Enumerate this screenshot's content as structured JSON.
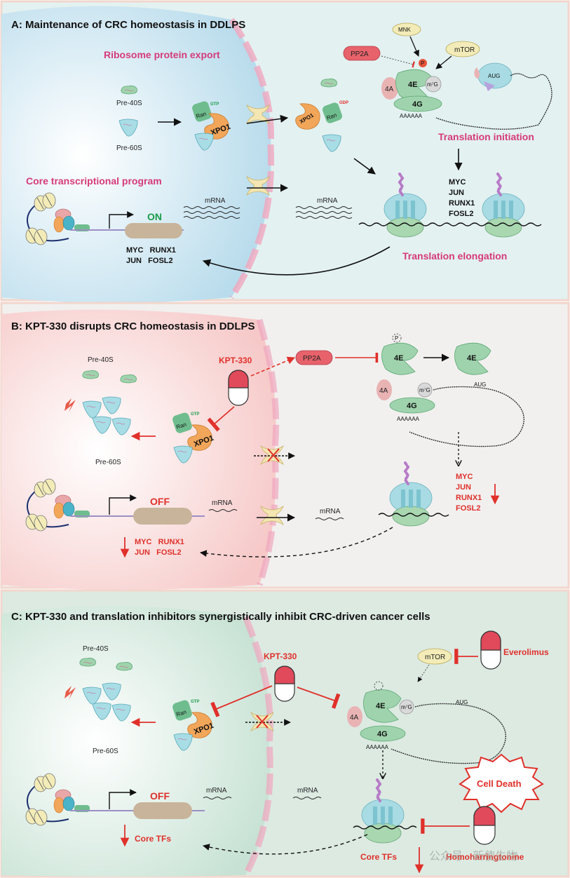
{
  "panel_a": {
    "title": "A: Maintenance of CRC homeostasis in DDLPS",
    "ribosome_export": "Ribosome protein export",
    "core_program": "Core transcriptional program",
    "translation_initiation": "Translation initiation",
    "translation_elongation": "Translation elongation",
    "pre40s": "Pre-40S",
    "pre60s": "Pre-60S",
    "ran": "Ran",
    "gtp": "GTP",
    "gdp": "GDP",
    "xpo1": "XPO1",
    "on": "ON",
    "mrna": "mRNA",
    "genes_row1": "MYC   RUNX1",
    "genes_row2": "JUN   FOSL2",
    "gene_list": [
      "MYC",
      "JUN",
      "RUNX1",
      "FOSL2"
    ],
    "mnk": "MNK",
    "mtor": "mTOR",
    "pp2a": "PP2A",
    "p": "P",
    "e4e": "4E",
    "e4a": "4A",
    "e4g": "4G",
    "m7g": "m⁷G",
    "aug": "AUG",
    "polya": "AAAAAA"
  },
  "panel_b": {
    "title": "B: KPT-330 disrupts CRC homeostasis in DDLPS",
    "drug": "KPT-330",
    "pre40s": "Pre-40S",
    "pre60s": "Pre-60S",
    "pp2a": "PP2A",
    "e4e": "4E",
    "p": "P",
    "off": "OFF",
    "mrna": "mRNA",
    "genes_row1": "MYC   RUNX1",
    "genes_row2": "JUN   FOSL2",
    "gene_list": [
      "MYC",
      "JUN",
      "RUNX1",
      "FOSL2"
    ]
  },
  "panel_c": {
    "title": "C: KPT-330 and translation inhibitors synergistically inhibit CRC-driven cancer cells",
    "drug": "KPT-330",
    "everolimus": "Everolimus",
    "homoharringtonine": "Homoharringtonine",
    "cell_death": "Cell Death",
    "core_tfs": "Core TFs",
    "core_tfs_right": "Core TFs",
    "off": "OFF",
    "mrna": "mRNA",
    "mtor": "mTOR"
  },
  "watermark": "公众号 · 新使生物",
  "colors": {
    "panel_a_bg": "#e3f1f1",
    "panel_b_bg": "#f1f0ef",
    "panel_c_bg": "#dceae2",
    "accent_red": "#e0302a",
    "pink": "#d63a7a",
    "xpo1": "#f2a65a",
    "ribosome_green": "#a9d7b0",
    "ribosome_blue": "#a8dbe3"
  }
}
